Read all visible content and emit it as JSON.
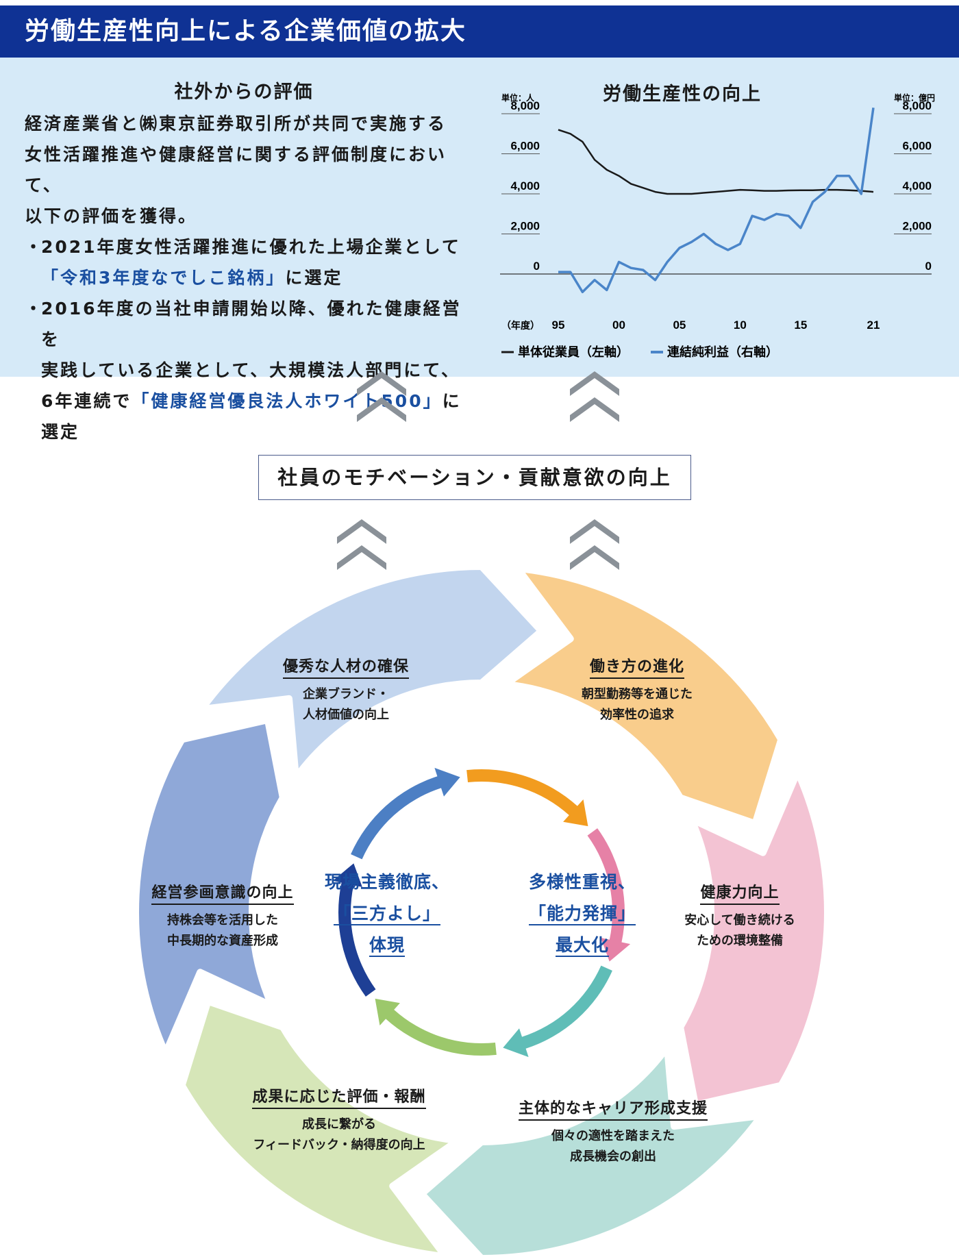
{
  "header": {
    "title": "労働生産性向上による企業価値の拡大"
  },
  "evaluation": {
    "title": "社外からの評価",
    "lines": [
      "経済産業省と㈱東京証券取引所が共同で実施する",
      "女性活躍推進や健康経営に関する評価制度において、",
      "以下の評価を獲得。"
    ],
    "bullets": [
      {
        "l1": "2021年度女性活躍推進に優れた上場企業として",
        "l2_hl": "「令和3年度なでしこ銘柄」",
        "l2_rest": "に選定"
      },
      {
        "l1": "2016年度の当社申請開始以降、優れた健康経営を",
        "l2": "実践している企業として、大規模法人部門にて、",
        "l3_pre": "6年連続で",
        "l3_hl": "「健康経営優良法人ホワイト500」",
        "l3_rest": "に選定"
      }
    ],
    "bullet_mark": "・"
  },
  "chart_data": {
    "type": "line",
    "title": "労働生産性の向上",
    "left_unit": "単位：人",
    "right_unit": "単位：億円",
    "xlabel": "（年度）",
    "x_ticks": [
      "95",
      "00",
      "05",
      "10",
      "15",
      "21"
    ],
    "x_tick_years": [
      1995,
      2000,
      2005,
      2010,
      2015,
      2021
    ],
    "y_ticks": [
      "8,000",
      "6,000",
      "4,000",
      "2,000",
      "0"
    ],
    "ylim": [
      -1100,
      8000
    ],
    "x": [
      1995,
      1996,
      1997,
      1998,
      1999,
      2000,
      2001,
      2002,
      2003,
      2004,
      2005,
      2006,
      2007,
      2008,
      2009,
      2010,
      2011,
      2012,
      2013,
      2014,
      2015,
      2016,
      2017,
      2018,
      2019,
      2020,
      2021
    ],
    "series": [
      {
        "name": "単体従業員（左軸）",
        "axis": "left",
        "color": "#1a1a1a",
        "values": [
          7200,
          7000,
          6600,
          5700,
          5200,
          4900,
          4500,
          4300,
          4100,
          4000,
          4000,
          4000,
          4050,
          4100,
          4150,
          4200,
          4180,
          4150,
          4150,
          4170,
          4180,
          4180,
          4200,
          4200,
          4180,
          4150,
          4100
        ]
      },
      {
        "name": "連結純利益（右軸）",
        "axis": "right",
        "color": "#4a85c9",
        "values": [
          100,
          100,
          -900,
          -300,
          -800,
          600,
          300,
          200,
          -300,
          600,
          1300,
          1600,
          2000,
          1500,
          1200,
          1500,
          2900,
          2700,
          3000,
          2900,
          2300,
          3600,
          4100,
          4900,
          4900,
          4000,
          8300
        ]
      }
    ],
    "legend_position": "bottom"
  },
  "arrows_color": "#8a9198",
  "banner": {
    "text": "社員のモチベーション・貢献意欲の向上"
  },
  "cycle": {
    "segments": [
      {
        "title": "働き方の進化",
        "sub1": "朝型勤務等を通じた",
        "sub2": "効率性の追求",
        "color": "#f9cd8c",
        "ring": "#f29c1f"
      },
      {
        "title": "健康力向上",
        "sub1": "安心して働き続ける",
        "sub2": "ための環境整備",
        "color": "#f3c3d3",
        "ring": "#e681a6"
      },
      {
        "title": "主体的なキャリア形成支援",
        "sub1": "個々の適性を踏まえた",
        "sub2": "成長機会の創出",
        "color": "#b7dfd9",
        "ring": "#5fbdb7"
      },
      {
        "title": "成果に応じた評価・報酬",
        "sub1": "成長に繋がる",
        "sub2": "フィードバック・納得度の向上",
        "color": "#d6e6b8",
        "ring": "#9cc86b"
      },
      {
        "title": "経営参画意識の向上",
        "sub1": "持株会等を活用した",
        "sub2": "中長期的な資産形成",
        "color": "#8fa8d8",
        "ring": "#1e3f95"
      },
      {
        "title": "優秀な人材の確保",
        "sub1": "企業ブランド・",
        "sub2": "人材価値の向上",
        "color": "#c2d5ee",
        "ring": "#4c7fc4"
      }
    ],
    "center_left": [
      "現場主義徹底、",
      "「三方よし」",
      "体現"
    ],
    "center_right": [
      "多様性重視、",
      "「能力発揮」",
      "最大化"
    ]
  }
}
